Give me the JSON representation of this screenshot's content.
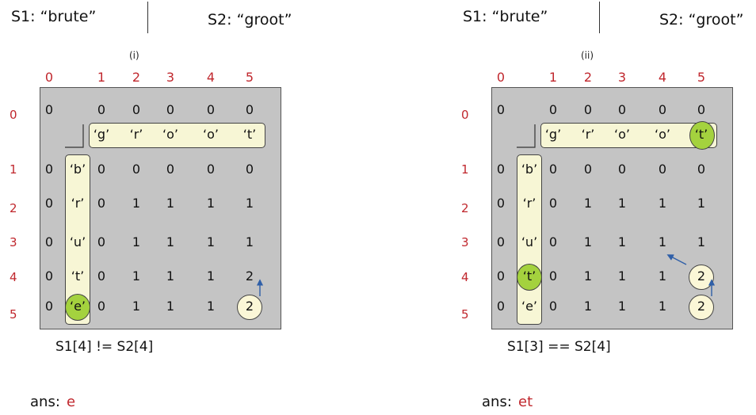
{
  "panels": [
    {
      "s1_label": "S1:  “brute”",
      "s2_label": "S2:  “groot”",
      "caption": "(i)",
      "col_indices": [
        "0",
        "1",
        "2",
        "3",
        "4",
        "5"
      ],
      "row_indices": [
        "0",
        "1",
        "2",
        "3",
        "4",
        "5"
      ],
      "s2_chars": [
        "‘g’",
        "‘r’",
        "‘o’",
        "‘o’",
        "‘t’"
      ],
      "s1_chars": [
        "‘b’",
        "‘r’",
        "‘u’",
        "‘t’",
        "‘e’"
      ],
      "table": [
        [
          "0",
          "0",
          "0",
          "0",
          "0",
          "0"
        ],
        [
          "0",
          "0",
          "0",
          "0",
          "0",
          "0"
        ],
        [
          "0",
          "0",
          "1",
          "1",
          "1",
          "1"
        ],
        [
          "0",
          "0",
          "1",
          "1",
          "1",
          "1"
        ],
        [
          "0",
          "0",
          "1",
          "1",
          "1",
          "2"
        ],
        [
          "0",
          "0",
          "1",
          "1",
          "1",
          "2"
        ]
      ],
      "highlight_s1_index": 4,
      "highlight_s2_index": null,
      "circled_cells": [
        [
          5,
          5
        ]
      ],
      "condition": "S1[4] != S2[4]",
      "ans_label": "ans:",
      "ans_value": "e"
    },
    {
      "s1_label": "S1:  “brute”",
      "s2_label": "S2:  “groot”",
      "caption": "(ii)",
      "col_indices": [
        "0",
        "1",
        "2",
        "3",
        "4",
        "5"
      ],
      "row_indices": [
        "0",
        "1",
        "2",
        "3",
        "4",
        "5"
      ],
      "s2_chars": [
        "‘g’",
        "‘r’",
        "‘o’",
        "‘o’",
        "‘t’"
      ],
      "s1_chars": [
        "‘b’",
        "‘r’",
        "‘u’",
        "‘t’",
        "‘e’"
      ],
      "table": [
        [
          "0",
          "0",
          "0",
          "0",
          "0",
          "0"
        ],
        [
          "0",
          "0",
          "0",
          "0",
          "0",
          "0"
        ],
        [
          "0",
          "0",
          "1",
          "1",
          "1",
          "1"
        ],
        [
          "0",
          "0",
          "1",
          "1",
          "1",
          "1"
        ],
        [
          "0",
          "0",
          "1",
          "1",
          "1",
          "2"
        ],
        [
          "0",
          "0",
          "1",
          "1",
          "1",
          "2"
        ]
      ],
      "highlight_s1_index": 3,
      "highlight_s2_index": 4,
      "circled_cells": [
        [
          4,
          5
        ],
        [
          5,
          5
        ]
      ],
      "condition": "S1[3] == S2[4]",
      "ans_label": "ans:",
      "ans_value": "et"
    }
  ],
  "colors": {
    "index_red": "#c0272d",
    "grid_gray": "#c4c4c4",
    "strip_cream": "#f7f6d5",
    "highlight_green": "#a4d23e",
    "arrow_blue": "#2f5fa8"
  }
}
